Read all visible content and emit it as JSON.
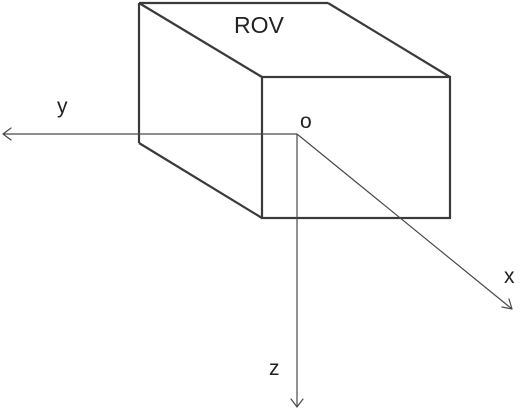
{
  "diagram": {
    "body_label": "ROV",
    "origin_label": "o",
    "axes": {
      "x_label": "x",
      "y_label": "y",
      "z_label": "z"
    },
    "line_color": "#3a3a3a"
  }
}
